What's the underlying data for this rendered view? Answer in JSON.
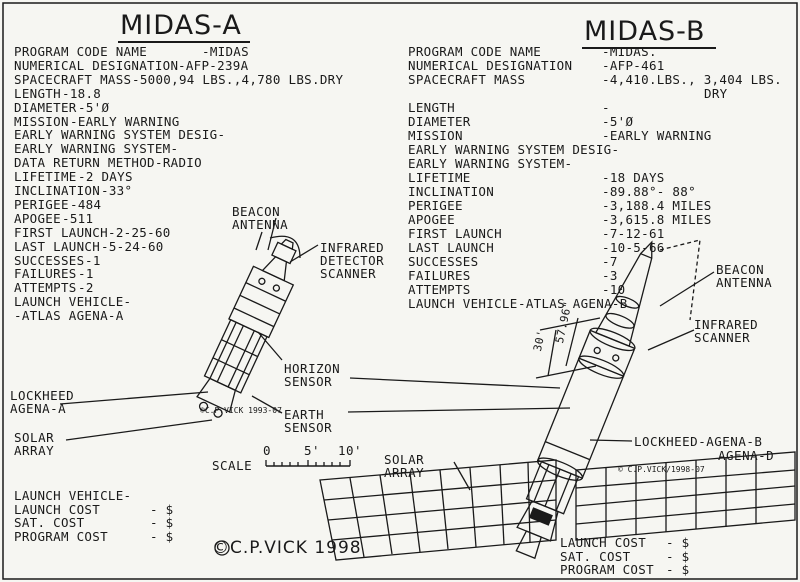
{
  "midas_a": {
    "title": "MIDAS-A",
    "specs": [
      {
        "label": "PROGRAM CODE NAME",
        "value": "-MIDAS"
      },
      {
        "label": "NUMERICAL DESIGNATION",
        "value": "-AFP-239A"
      },
      {
        "label": "SPACECRAFT MASS",
        "value": "-5000,94 LBS.,4,780 LBS.DRY"
      },
      {
        "label": "LENGTH",
        "value": "-18.8"
      },
      {
        "label": "DIAMETER",
        "value": "-5'Ø"
      },
      {
        "label": "MISSION",
        "value": "-EARLY WARNING"
      },
      {
        "label": "EARLY WARNING SYSTEM DESIG-",
        "value": ""
      },
      {
        "label": "EARLY WARNING SYSTEM-",
        "value": ""
      },
      {
        "label": "DATA RETURN METHOD",
        "value": "-RADIO"
      },
      {
        "label": "LIFETIME",
        "value": "-2 DAYS"
      },
      {
        "label": "INCLINATION",
        "value": "-33°"
      },
      {
        "label": "PERIGEE",
        "value": "-484"
      },
      {
        "label": "APOGEE",
        "value": "-511"
      },
      {
        "label": "FIRST LAUNCH",
        "value": "-2-25-60"
      },
      {
        "label": "LAST LAUNCH",
        "value": "-5-24-60"
      },
      {
        "label": "SUCCESSES",
        "value": "-1"
      },
      {
        "label": "FAILURES",
        "value": "-1"
      },
      {
        "label": "ATTEMPTS",
        "value": "-2"
      },
      {
        "label": "LAUNCH VEHICLE-",
        "value": ""
      },
      {
        "label": "-ATLAS AGENA-A",
        "value": ""
      }
    ],
    "costs": [
      {
        "label": "LAUNCH VEHICLE-",
        "value": ""
      },
      {
        "label": "LAUNCH COST",
        "value": "- $"
      },
      {
        "label": "SAT. COST",
        "value": "- $"
      },
      {
        "label": "PROGRAM COST",
        "value": "- $"
      }
    ]
  },
  "midas_b": {
    "title": "MIDAS-B",
    "specs": [
      {
        "label": "PROGRAM CODE NAME",
        "value": "-MIDAS."
      },
      {
        "label": "NUMERICAL DESIGNATION",
        "value": "-AFP-461"
      },
      {
        "label": "SPACECRAFT MASS",
        "value": "-4,410.LBS., 3,404 LBS."
      },
      {
        "label": "",
        "value": "DRY"
      },
      {
        "label": "LENGTH",
        "value": "-"
      },
      {
        "label": "DIAMETER",
        "value": "-5'Ø"
      },
      {
        "label": "MISSION",
        "value": "-EARLY WARNING"
      },
      {
        "label": "EARLY WARNING SYSTEM DESIG-",
        "value": ""
      },
      {
        "label": "EARLY WARNING SYSTEM-",
        "value": ""
      },
      {
        "label": "LIFETIME",
        "value": "-18 DAYS"
      },
      {
        "label": "INCLINATION",
        "value": "-89.88°- 88°"
      },
      {
        "label": "PERIGEE",
        "value": "-3,188.4 MILES"
      },
      {
        "label": "APOGEE",
        "value": "-3,615.8 MILES"
      },
      {
        "label": "FIRST LAUNCH",
        "value": "-7-12-61"
      },
      {
        "label": "LAST LAUNCH",
        "value": "-10-5-66"
      },
      {
        "label": "SUCCESSES",
        "value": "-7"
      },
      {
        "label": "FAILURES",
        "value": "-3"
      },
      {
        "label": "ATTEMPTS",
        "value": "-10"
      },
      {
        "label": "LAUNCH VEHICLE",
        "value": "-ATLAS AGENA-B"
      }
    ],
    "costs": [
      {
        "label": "LAUNCH COST",
        "value": "- $"
      },
      {
        "label": "SAT. COST",
        "value": "- $"
      },
      {
        "label": "PROGRAM COST",
        "value": "- $"
      }
    ]
  },
  "callouts": {
    "beacon_antenna_a": "BEACON\nANTENNA",
    "infrared_detector_scanner": "INFRARED\nDETECTOR\nSCANNER",
    "horizon_sensor": "HORIZON\nSENSOR",
    "earth_sensor": "EARTH\nSENSOR",
    "lockheed_agena_a": "LOCKHEED\nAGENA-A",
    "solar_array_a": "SOLAR\nARRAY",
    "solar_array_b": "SOLAR\nARRAY",
    "beacon_antenna_b": "BEACON\nANTENNA",
    "infrared_scanner_b": "INFRARED\nSCANNER",
    "lockheed_agena_bd": "LOCKHEED-AGENA-B",
    "agena_d": "AGENA-D",
    "dim_30": "30'",
    "dim_57": "57.96\""
  },
  "scale": {
    "label": "SCALE",
    "ticks": [
      "0",
      "5'",
      "10'"
    ]
  },
  "signatures": {
    "small_a": "©C.P.VICK 1993-07",
    "small_b": "© C.P.VICK/1998-07",
    "main": "©C.P.VICK 1998"
  },
  "colors": {
    "ink": "#1a1a1a",
    "paper": "#f6f6f2"
  }
}
